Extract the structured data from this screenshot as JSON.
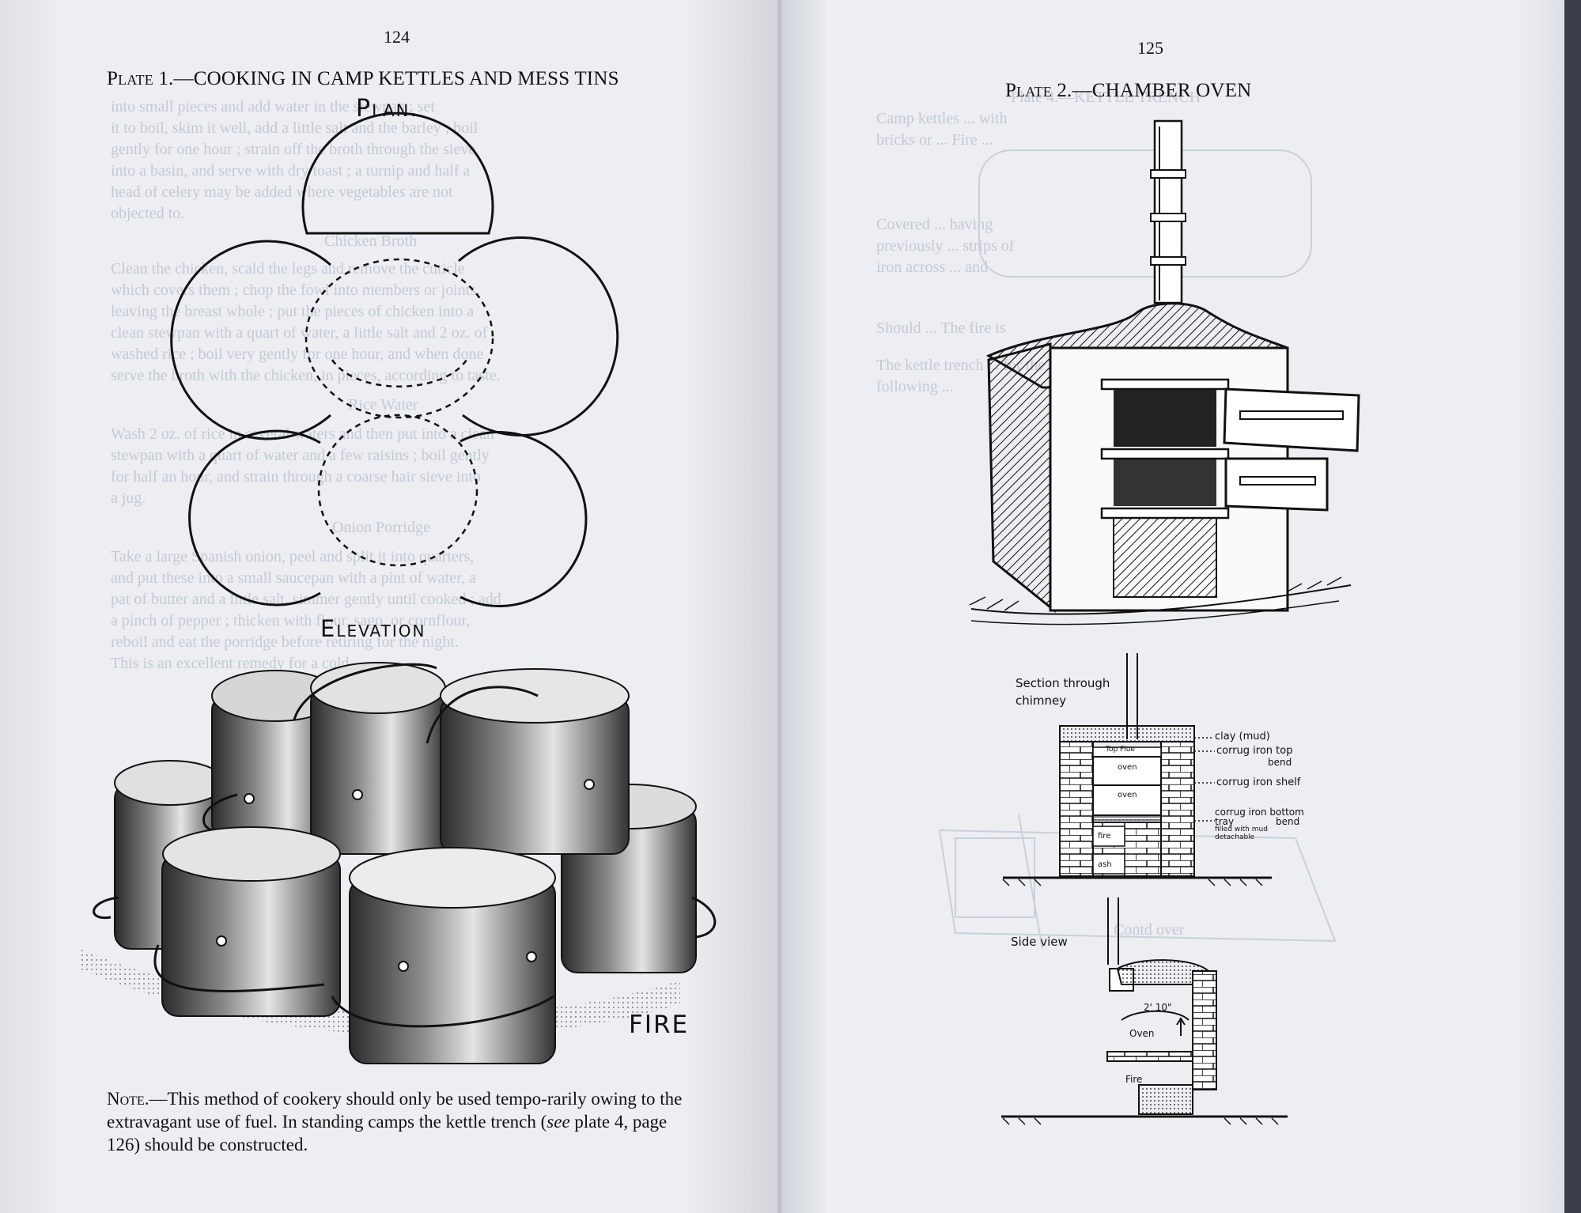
{
  "left_page": {
    "page_number": "124",
    "plate_title_prefix": "Plate 1.",
    "plate_title_text": "—COOKING IN CAMP KETTLES AND MESS TINS",
    "label_plan": "Plan.",
    "label_elevation": "Elevation",
    "label_fire": "FIRE",
    "note_prefix": "Note.",
    "note_text_1": "—This method of cookery should only be used tempo-rarily owing to the extravagant use of fuel.  In standing camps the kettle trench (",
    "note_italic": "see",
    "note_text_2": " plate 4, page 126) should  be constructed.",
    "bleed_lines": [
      "into small pieces and add water in the stewpan ; set",
      "it to boil, skim it well, add a little salt and the barley ; boil",
      "gently for one hour ; strain off the broth through the sieve",
      "into a basin, and serve with dry toast ; a turnip and half a",
      "head of celery may be added where vegetables are not",
      "objected to.",
      "Chicken Broth",
      "Clean the chicken, scald the legs and remove the cuticle",
      "which covers them ; chop the fowl into members or joints,",
      "leaving the breast whole ; put the pieces of chicken into a",
      "clean stewpan with a quart of water, a little salt and 2 oz. of",
      "washed rice ; boil very gently for one hour, and when done",
      "serve the broth with the chicken, in pieces, according to taste.",
      "Rice Water",
      "Wash 2 oz. of rice in several waters and then put into a clean",
      "stewpan with a quart of water and a few raisins ; boil gently",
      "for half an hour, and strain through a coarse hair sieve into",
      "a jug.",
      "Onion Porridge",
      "Take a large Spanish onion, peel and split it into quarters,",
      "and put these into a small saucepan with a pint of water, a",
      "pat of butter and a little salt, simmer gently until cooked ; add",
      "a pinch of pepper ; thicken with flour, sago, or cornflour,",
      "reboil and eat the porridge before retiring for the night.",
      "This is an excellent remedy for a cold."
    ]
  },
  "right_page": {
    "page_number": "125",
    "plate_title_prefix": "Plate 2.",
    "plate_title_text": "—CHAMBER OVEN",
    "section_label_1": "Section through",
    "section_label_2": "chimney",
    "side_view_label": "Side view",
    "diagram_labels": {
      "clay": "clay (mud)",
      "corrug_top": "corrug iron top",
      "bend_1": "bend",
      "corrug_shelf": "corrug iron shelf",
      "corrug_bottom": "corrug iron bottom",
      "tray": "tray",
      "filled": "filled with mud",
      "detachable": "detachable",
      "bend_2": "bend",
      "top_flue": "Top Flue",
      "oven_1": "oven",
      "oven_2": "oven",
      "fire_1": "fire",
      "ash": "ash",
      "dim": "2' 10\"",
      "oven_side": "Oven",
      "fire_side": "Fire"
    },
    "bleed_lines": [
      "Plate 4.—KETTLE TRENCH",
      "Camp kettles ... with",
      "bricks or ... Fire ...",
      "Covered ... having",
      "previously ... strips of",
      "iron across ... and",
      "Should ... The fire is",
      "The kettle trench ... for the",
      "following ...",
      "Contd over"
    ]
  },
  "colors": {
    "paper": "#eceef2",
    "ink": "#111111",
    "bleed_through": "#c3c9d6"
  }
}
